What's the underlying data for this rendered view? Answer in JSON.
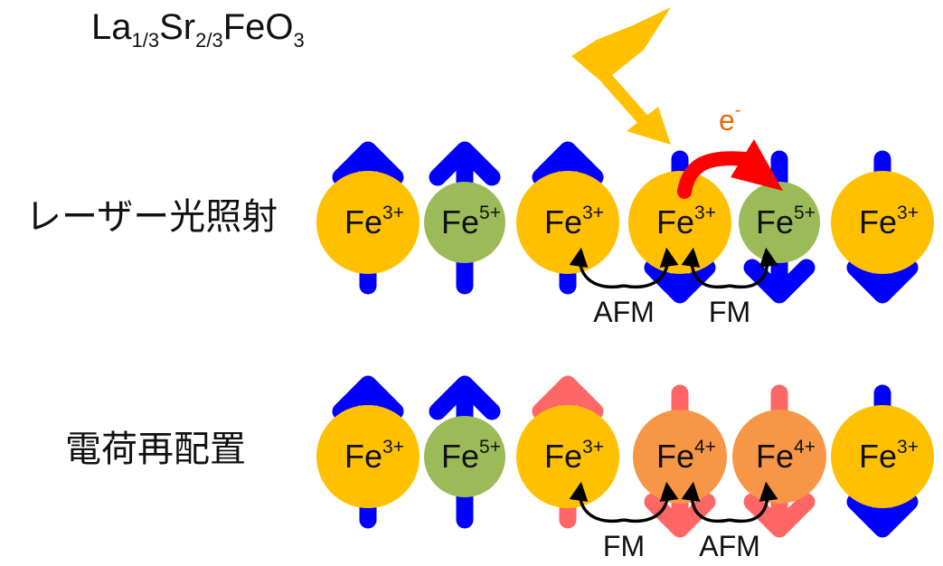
{
  "formula": {
    "base1": "La",
    "sub1": "1/3",
    "base2": "Sr",
    "sub2": "2/3",
    "base3": "FeO",
    "sub3": "3"
  },
  "colors": {
    "fe3": "#FFC000",
    "fe5": "#9BBB59",
    "fe4": "#F79646",
    "spin_blue": "#0000FF",
    "spin_pink": "#FF6666",
    "laser": "#FFC000",
    "electron": "#FF0000",
    "electron_label": "#E36C09"
  },
  "rows": [
    {
      "label": "レーザー光照射",
      "ions": [
        {
          "name": "Fe",
          "charge": "3+",
          "kind": "fe3",
          "spin": "up",
          "spin_color": "spin_blue"
        },
        {
          "name": "Fe",
          "charge": "5+",
          "kind": "fe5",
          "spin": "up",
          "spin_color": "spin_blue"
        },
        {
          "name": "Fe",
          "charge": "3+",
          "kind": "fe3",
          "spin": "up",
          "spin_color": "spin_blue"
        },
        {
          "name": "Fe",
          "charge": "3+",
          "kind": "fe3",
          "spin": "down",
          "spin_color": "spin_blue"
        },
        {
          "name": "Fe",
          "charge": "5+",
          "kind": "fe5",
          "spin": "down",
          "spin_color": "spin_blue"
        },
        {
          "name": "Fe",
          "charge": "3+",
          "kind": "fe3",
          "spin": "down",
          "spin_color": "spin_blue"
        }
      ],
      "couplings": [
        {
          "from_index": 2,
          "to_index": 3,
          "label": "AFM"
        },
        {
          "from_index": 3,
          "to_index": 4,
          "label": "FM"
        }
      ],
      "electron": {
        "from_index": 3,
        "to_index": 4,
        "label": "e",
        "sup": "-"
      }
    },
    {
      "label": "電荷再配置",
      "ions": [
        {
          "name": "Fe",
          "charge": "3+",
          "kind": "fe3",
          "spin": "up",
          "spin_color": "spin_blue"
        },
        {
          "name": "Fe",
          "charge": "5+",
          "kind": "fe5",
          "spin": "up",
          "spin_color": "spin_blue"
        },
        {
          "name": "Fe",
          "charge": "3+",
          "kind": "fe3",
          "spin": "up",
          "spin_color": "spin_pink"
        },
        {
          "name": "Fe",
          "charge": "4+",
          "kind": "fe4",
          "spin": "down",
          "spin_color": "spin_pink"
        },
        {
          "name": "Fe",
          "charge": "4+",
          "kind": "fe4",
          "spin": "down",
          "spin_color": "spin_pink"
        },
        {
          "name": "Fe",
          "charge": "3+",
          "kind": "fe3",
          "spin": "down",
          "spin_color": "spin_blue"
        }
      ],
      "couplings": [
        {
          "from_index": 2,
          "to_index": 3,
          "label": "FM"
        },
        {
          "from_index": 3,
          "to_index": 4,
          "label": "AFM"
        }
      ]
    }
  ]
}
